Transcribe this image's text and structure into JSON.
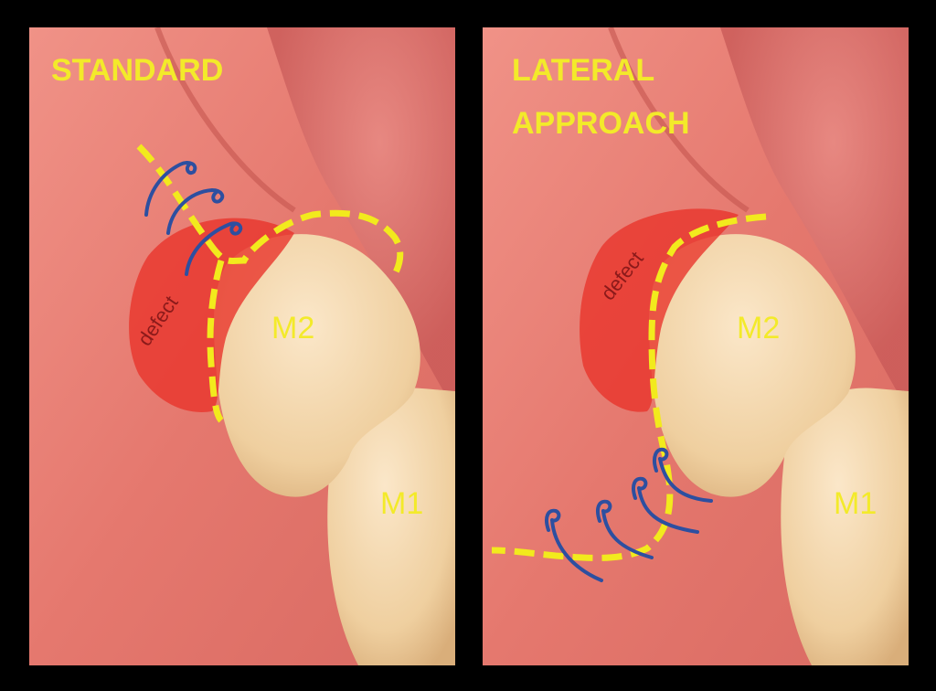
{
  "panels": [
    {
      "title_lines": [
        "STANDARD"
      ],
      "teeth": [
        "M2",
        "M1"
      ],
      "defect_label": "defect"
    },
    {
      "title_lines": [
        "LATERAL",
        "APPROACH"
      ],
      "teeth": [
        "M2",
        "M1"
      ],
      "defect_label": "defect"
    }
  ],
  "colors": {
    "background": "#000000",
    "gum": "#e9837a",
    "tooth": "#f2d3a8",
    "defect": "#e8352c",
    "incision": "#f2ea1d",
    "suture": "#2d4fa0",
    "label": "#f3ea2a"
  }
}
